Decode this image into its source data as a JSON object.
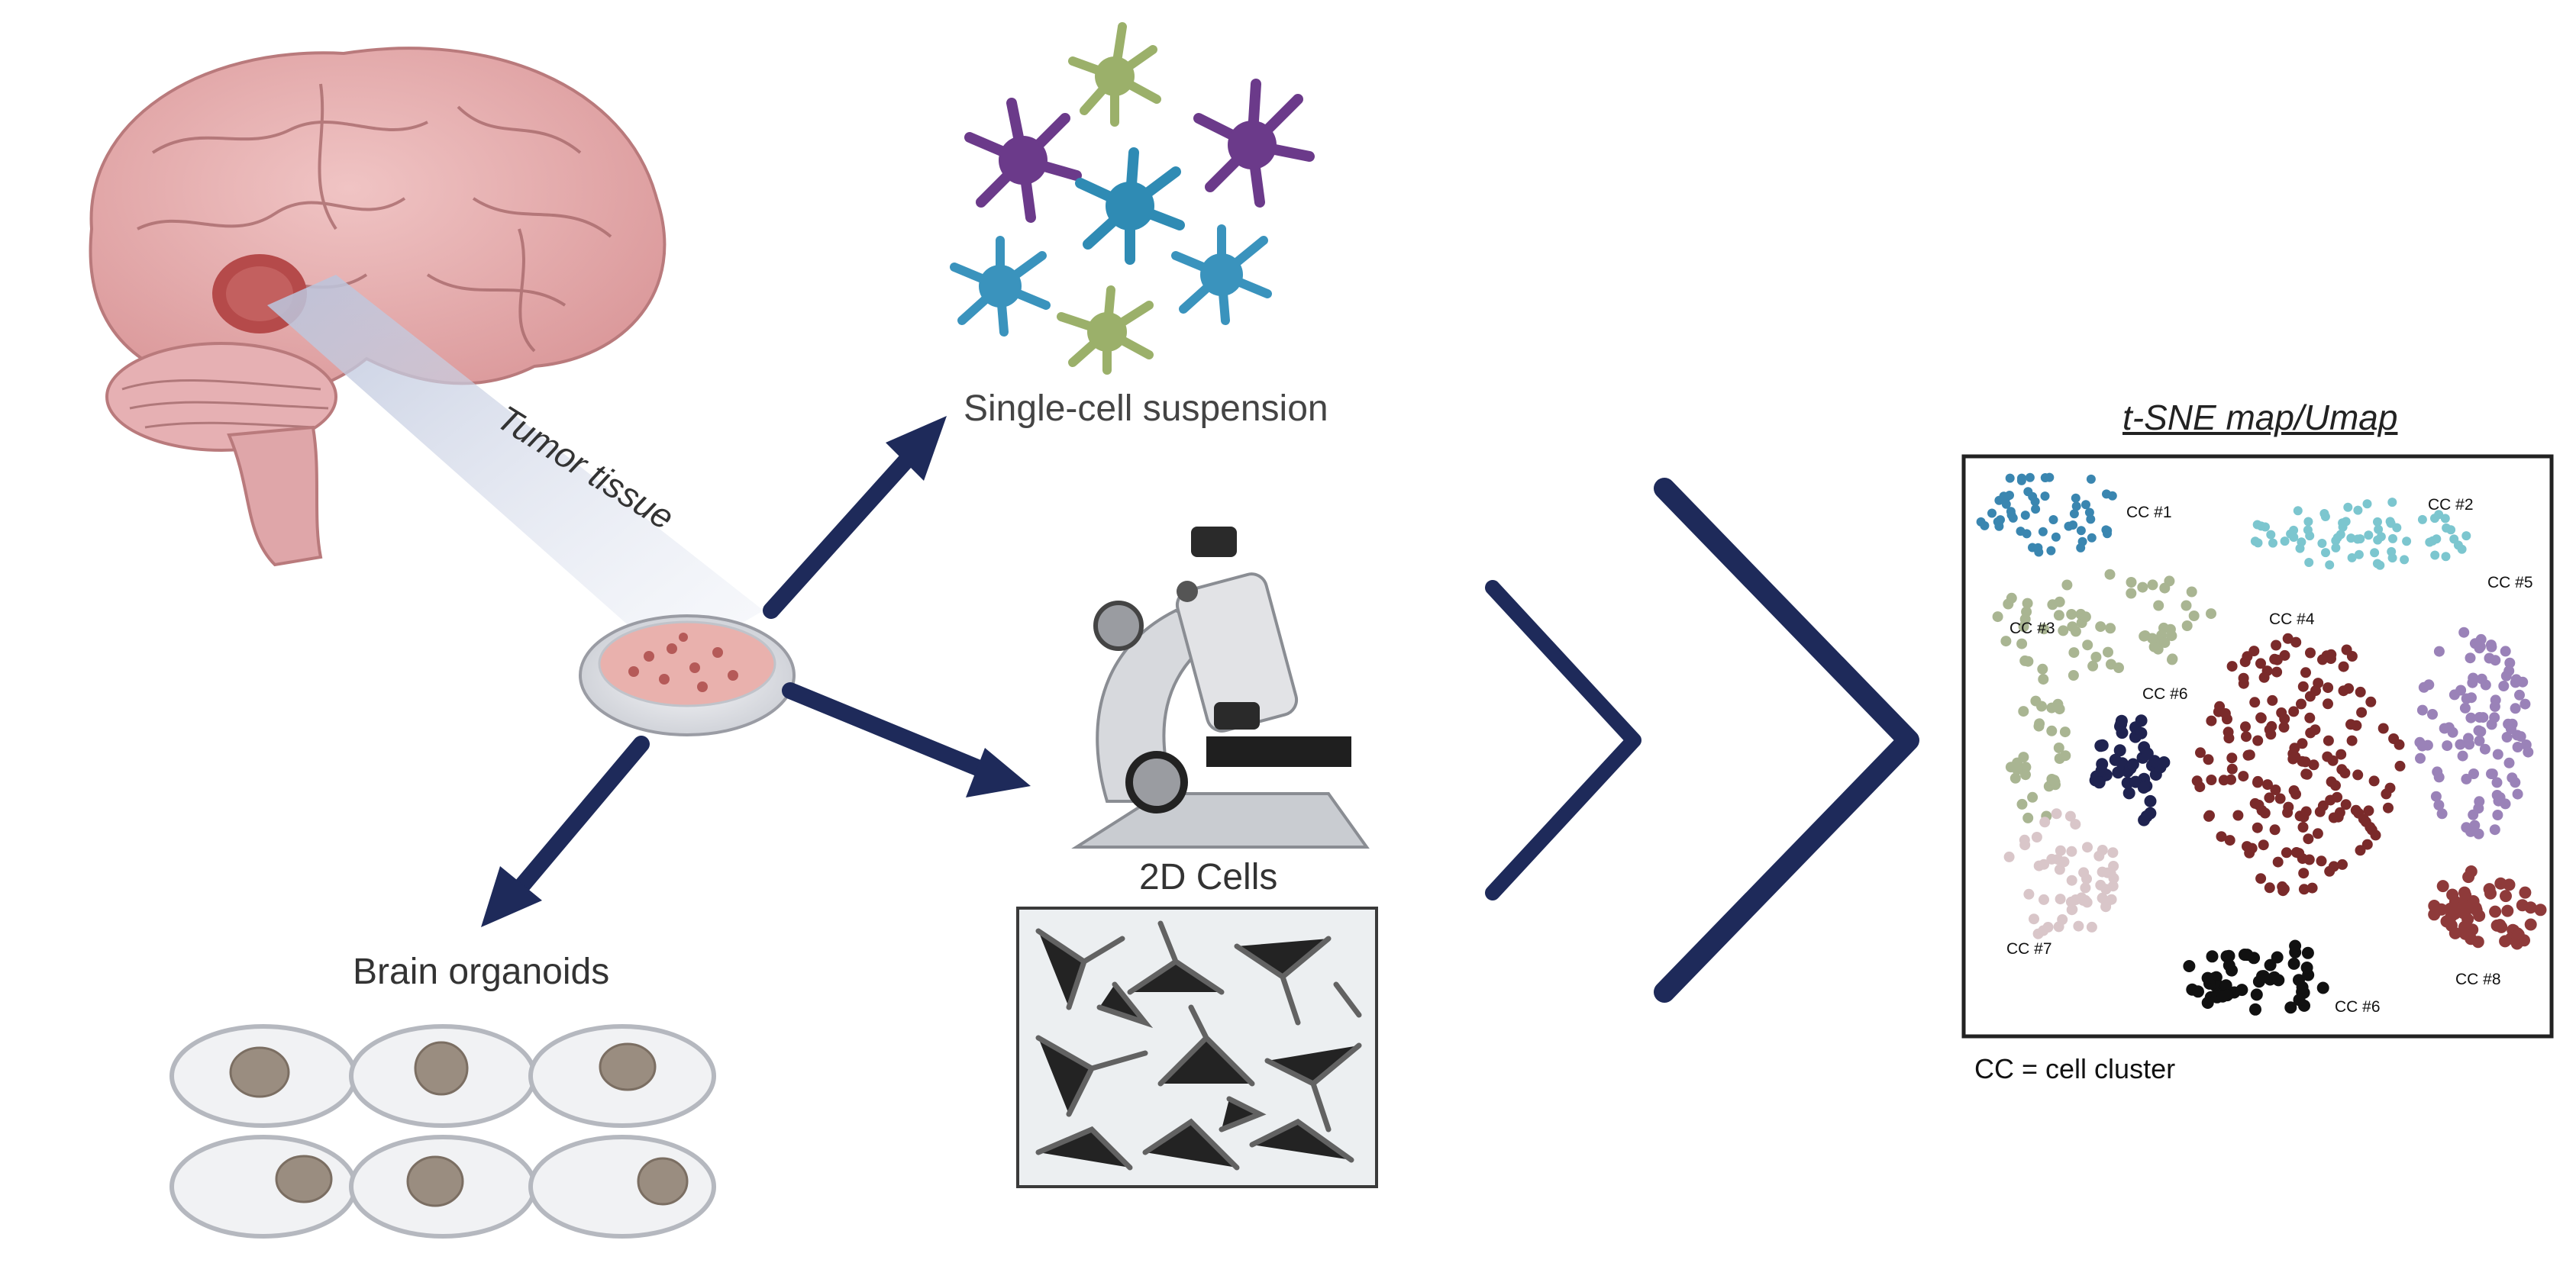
{
  "labels": {
    "tumor_tissue": "Tumor tissue",
    "single_cell": "Single-cell suspension",
    "cells_2d": "2D Cells",
    "brain_organoids": "Brain organoids",
    "tsne_title": "t-SNE map/Umap",
    "cc_legend": "CC = cell cluster"
  },
  "clusters": [
    {
      "label": "CC #1",
      "color": "#3a86b0"
    },
    {
      "label": "CC #2",
      "color": "#7cc6cf"
    },
    {
      "label": "CC #3",
      "color": "#a9b592"
    },
    {
      "label": "CC #4",
      "color": "#7a2a2a"
    },
    {
      "label": "CC #5",
      "color": "#9a82b8"
    },
    {
      "label": "CC #6",
      "color": "#1f2350"
    },
    {
      "label": "CC #7",
      "color": "#d9c6c9"
    },
    {
      "label": "CC #6",
      "color": "#111111"
    },
    {
      "label": "CC #8",
      "color": "#8e3a3a"
    }
  ],
  "colors": {
    "arrow": "#1e2a5a",
    "brain": "#e8aeb0",
    "tumor": "#b54a4a"
  }
}
